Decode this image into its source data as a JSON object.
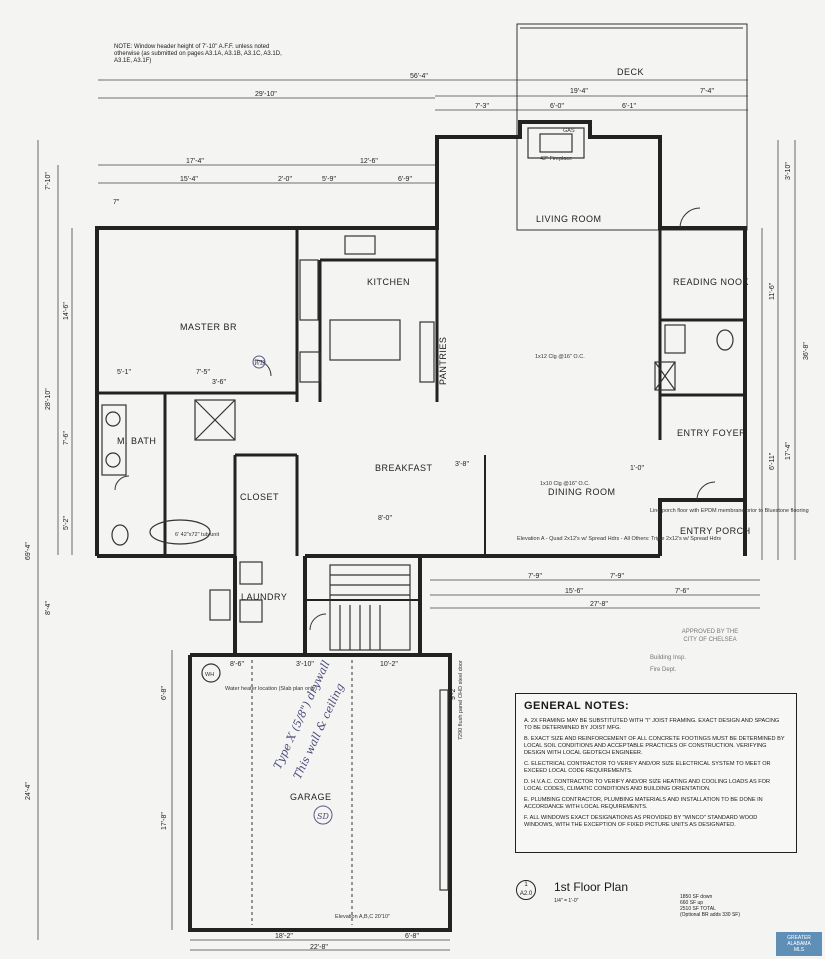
{
  "top_note": "NOTE: Window header height of 7'-10\" A.F.F. unless noted otherwise (as submitted on pages A3.1A, A3.1B, A3.1C, A3.1D, A3.1E, A3.1F)",
  "rooms": {
    "deck": "DECK",
    "living_room": "LIVING ROOM",
    "master_br": "MASTER BR",
    "kitchen": "KITCHEN",
    "reading_nook": "READING NOOK",
    "m_bath": "M. BATH",
    "closet": "CLOSET",
    "breakfast": "BREAKFAST",
    "dining_room": "DINING ROOM",
    "entry_foyer": "ENTRY FOYER",
    "entry_porch": "ENTRY PORCH",
    "laundry": "LAUNDRY",
    "garage": "GARAGE",
    "pantries": "PANTRIES"
  },
  "dimensions": {
    "overall_width": "56'-4\"",
    "left_width": "29'-10\"",
    "deck_span": "19'-4\"",
    "deck_right": "7'-4\"",
    "d_7_3": "7'-3\"",
    "d_6_0": "6'-0\"",
    "d_6_1": "6'-1\"",
    "d_17_4": "17'-4\"",
    "d_12_6": "12'-6\"",
    "d_15_4": "15'-4\"",
    "d_2_0": "2'-0\"",
    "d_5_9": "5'-9\"",
    "d_6_9": "6'-9\"",
    "d_7": "7\"",
    "left_depth": "69'-4\"",
    "d_28_10": "28'-10\"",
    "d_14_6": "14'-6\"",
    "d_7_6": "7'-6\"",
    "d_5_2": "5'-2\"",
    "d_7_10": "7'-10\"",
    "right_depth": "36'-8\"",
    "d_17_4b": "17'-4\"",
    "d_11_6": "11'-6\"",
    "d_6_11": "6'-11\"",
    "d_27_8": "27'-8\"",
    "d_15_6": "15'-6\"",
    "d_7_9a": "7'-9\"",
    "d_7_9b": "7'-9\"",
    "d_7_6b": "7'-6\"",
    "d_8_4": "8'-4\"",
    "d_8_6": "8'-6\"",
    "d_3_10": "3'-10\"",
    "d_10_2": "10'-2\"",
    "d_24_4": "24'-4\"",
    "d_18_2": "18'-2\"",
    "d_6_8": "6'-8\"",
    "d_22_8": "22'-8\"",
    "d_17_8": "17'-8\"",
    "d_9_2": "9'-2\"",
    "d_3_6": "3'-6\"",
    "d_3_10b": "3'-10\"",
    "d_5_1": "5'-1\"",
    "d_7_5": "7'-5\"",
    "d_8_0": "8'-0\"",
    "d_3_8": "3'-8\"",
    "d_1_0": "1'-0\""
  },
  "labels": {
    "wh": "WH",
    "water_heater": "Water heater location (Slab plan only)",
    "gas": "GAS",
    "fireplace": "42\" Fireplace",
    "ceiling_living": "1x12 Clg @16\" O.C.",
    "ceiling_dining": "1x10 Clg @16\" O.C.",
    "tub": "6' 42\"x72\" tub unit",
    "porch_note": "Line porch floor with EPDM membrane prior to Bluestone flooring",
    "elevation_note": "Elevation A - Quad 2x12's w/ Spread Hdrs - All Others: Triple 2x12's w/ Spread Hdrs",
    "elevation_abc": "Elevation A,B,C 20'10\"",
    "garage_door": "7290 flush panel OHD steel door"
  },
  "stamp": {
    "line1": "APPROVED BY THE",
    "line2": "CITY OF CHELSEA",
    "building": "Building Insp.",
    "fire": "Fire Dept."
  },
  "handwriting": {
    "type_x": "Type X (5/8\") drywall",
    "this_wall": "This wall & ceiling",
    "sd": "SD",
    "wd": "WD"
  },
  "general_notes": {
    "title": "GENERAL NOTES:",
    "items": [
      "A. 2x framing may be substituted with \"I\" joist framing. Exact design and spacing to be determined by joist mfg.",
      "B. Exact size and reinforcement of all concrete footings must be determined by local soil conditions and acceptable practices of construction. Verifying design with local geotech engineer.",
      "C. Electrical contractor to verify and/or size electrical system to meet or exceed local code requirements.",
      "D. H.V.A.C. contractor to verify and/or size heating and cooling loads as for local codes, climatic conditions and building orientation.",
      "E. Plumbing contractor, plumbing materials and installation to be done in accordance with local requirements.",
      "F. All windows exact designations as provided by \"WINCO\" standard wood windows, with the exception of fixed picture units as designated."
    ]
  },
  "title_block": {
    "sheet_number": "1",
    "sheet_ref": "A2.0",
    "title": "1st Floor Plan",
    "scale": "1/4\" = 1'-0\"",
    "sqft_down": "1850 SF down",
    "sqft_up": "660 SF up",
    "sqft_total": "2510 SF TOTAL",
    "sqft_note": "(Optional BR adds 330 SF)"
  },
  "logo": {
    "line1": "GREATER",
    "line2": "ALABAMA",
    "line3": "MLS"
  }
}
